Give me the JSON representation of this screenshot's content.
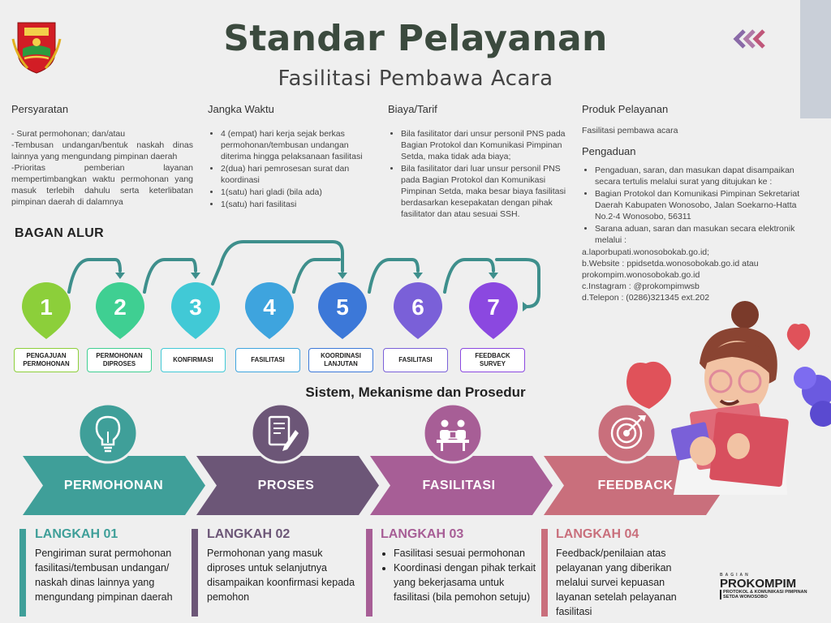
{
  "header": {
    "title": "Standar Pelayanan",
    "subtitle": "Fasilitasi Pembawa Acara"
  },
  "persyaratan": {
    "heading": "Persyaratan",
    "lines": [
      "- Surat permohonan; dan/atau",
      "-Tembusan undangan/bentuk naskah dinas lainnya yang mengundang pimpinan daerah",
      "-Prioritas pemberian layanan mempertimbangkan waktu permohonan yang masuk terlebih dahulu serta keterlibatan pimpinan daerah di dalamnya"
    ]
  },
  "jangka_waktu": {
    "heading": "Jangka Waktu",
    "items": [
      "4 (empat) hari kerja sejak berkas permohonan/tembusan undangan diterima hingga pelaksanaan fasilitasi",
      "2(dua) hari pemrosesan surat dan koordinasi",
      "1(satu) hari gladi (bila ada)",
      "1(satu) hari fasilitasi"
    ]
  },
  "biaya": {
    "heading": "Biaya/Tarif",
    "items": [
      "Bila fasilitator dari unsur personil PNS pada Bagian Protokol dan Komunikasi Pimpinan Setda, maka tidak ada biaya;",
      "Bila fasilitator dari luar unsur personil PNS pada Bagian Protokol dan Komunikasi Pimpinan Setda, maka besar biaya fasilitasi berdasarkan kesepakatan dengan pihak fasilitator dan atau sesuai SSH."
    ]
  },
  "produk": {
    "heading": "Produk Pelayanan",
    "text": "Fasilitasi pembawa acara"
  },
  "pengaduan": {
    "heading": "Pengaduan",
    "items": [
      "Pengaduan, saran, dan masukan dapat disampaikan secara tertulis melalui surat yang ditujukan ke :",
      "Bagian Protokol dan Komunikasi Pimpinan Sekretariat Daerah Kabupaten Wonosobo, Jalan Soekarno-Hatta No.2-4 Wonosobo, 56311",
      "Sarana aduan, saran dan masukan secara elektronik melalui :"
    ],
    "lines": [
      "a.laporbupati.wonosobokab.go.id;",
      "b.Website : ppidsetda.wonosobokab.go.id atau",
      "prokompim.wonosobokab.go.id",
      "c.Instagram : @prokompimwsb",
      "d.Telepon : (0286)321345 ext.202"
    ]
  },
  "bagan": {
    "title": "BAGAN ALUR",
    "steps": [
      {
        "num": "1",
        "label": "PENGAJUAN PERMOHONAN",
        "color": "#8ccf3a"
      },
      {
        "num": "2",
        "label": "PERMOHONAN DIPROSES",
        "color": "#3fcf92"
      },
      {
        "num": "3",
        "label": "KONFIRMASI",
        "color": "#41c9d6"
      },
      {
        "num": "4",
        "label": "FASILITASI",
        "color": "#3ea4de"
      },
      {
        "num": "5",
        "label": "KOORDINASI LANJUTAN",
        "color": "#3c78d8"
      },
      {
        "num": "6",
        "label": "FASILITASI",
        "color": "#7a60d8"
      },
      {
        "num": "7",
        "label": "FEEDBACK SURVEY",
        "color": "#8b48e0"
      }
    ]
  },
  "sistem": {
    "title": "Sistem, Mekanisme dan Prosedur",
    "stages": [
      {
        "label": "PERMOHONAN",
        "color": "#3f9f99",
        "icon": "lightbulb-icon"
      },
      {
        "label": "PROSES",
        "color": "#6c5677",
        "icon": "document-pen-icon"
      },
      {
        "label": "FASILITASI",
        "color": "#a75e96",
        "icon": "meeting-icon"
      },
      {
        "label": "FEEDBACK",
        "color": "#c96f7c",
        "icon": "target-icon"
      }
    ]
  },
  "langkah": [
    {
      "title": "LANGKAH 01",
      "color": "#3f9f99",
      "text": "Pengiriman surat permohonan fasilitasi/tembusan undangan/ naskah dinas lainnya yang mengundang pimpinan daerah"
    },
    {
      "title": "LANGKAH 02",
      "color": "#6c5677",
      "text": "Permohonan yang masuk diproses untuk selanjutnya disampaikan koonfirmasi kepada pemohon"
    },
    {
      "title": "LANGKAH 03",
      "color": "#a75e96",
      "items": [
        "Fasilitasi sesuai permohonan",
        "Koordinasi dengan pihak terkait yang bekerjasama untuk fasilitasi (bila pemohon setuju)"
      ]
    },
    {
      "title": "LANGKAH 04",
      "color": "#c96f7c",
      "text": "Feedback/penilaian atas pelayanan yang diberikan melalui survei kepuasan layanan setelah pelayanan fasilitasi"
    }
  ],
  "logo": {
    "top": "BAGIAN",
    "name": "PROKOMPIM",
    "line1": "PROTOKOL & KOMUNIKASI PIMPINAN",
    "line2": "SETDA WONOSOBO"
  },
  "colors": {
    "title": "#3b4a3e",
    "accent_arrows": "#8a6aa8"
  }
}
